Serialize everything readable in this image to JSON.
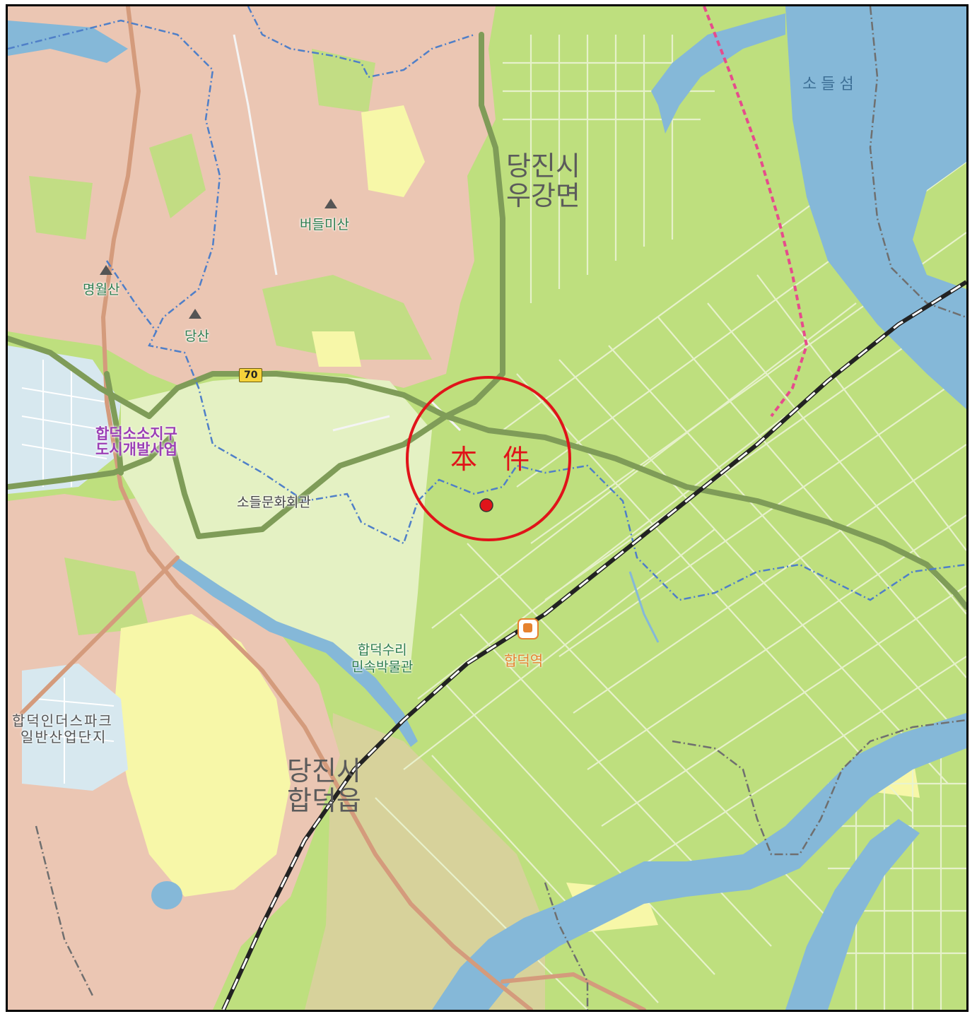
{
  "map": {
    "admin_areas": [
      {
        "id": "ugang",
        "line1": "당진시",
        "line2": "우강면"
      },
      {
        "id": "hapdeok",
        "line1": "당진시",
        "line2": "합덕읍"
      }
    ],
    "pois": {
      "mountains": [
        "버들미산",
        "명월산",
        "당산"
      ],
      "culture_hall": "소들문화회관",
      "museum": {
        "line1": "합덕수리",
        "line2": "민속박물관"
      },
      "station": "합덕역",
      "island": "소들섬"
    },
    "districts": {
      "urban_dev": {
        "line1": "합덕소소지구",
        "line2": "도시개발사업"
      },
      "industrial": {
        "line1": "합덕인더스파크",
        "line2": "일반산업단지"
      }
    },
    "road_shield": "70",
    "subject": {
      "label": "本 件",
      "color": "#e0141a"
    },
    "colors": {
      "farmland": "#bedf7e",
      "forest": "#ebc6b3",
      "urban": "#f7f7a8",
      "water": "#85b8d8",
      "major_road": "#7f9c58",
      "railway": "#222222",
      "boundary": "#4f7fc8"
    }
  }
}
